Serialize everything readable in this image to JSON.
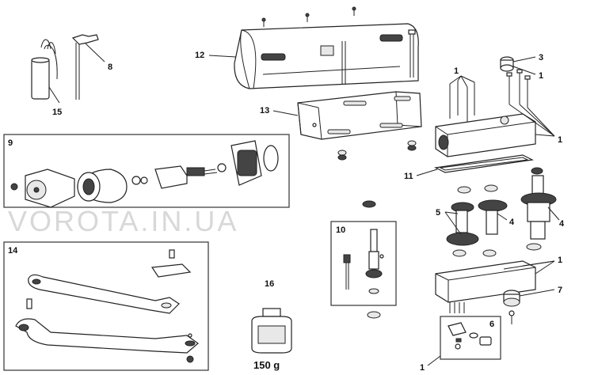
{
  "watermark": "VOROTA.IN.UA",
  "callouts": {
    "c1": "1",
    "c3": "3",
    "c4": "4",
    "c5": "5",
    "c6": "6",
    "c7": "7",
    "c8": "8",
    "c9": "9",
    "c10": "10",
    "c11": "11",
    "c12": "12",
    "c13": "13",
    "c14": "14",
    "c15": "15",
    "c16": "16"
  },
  "weight_label": "150 g"
}
